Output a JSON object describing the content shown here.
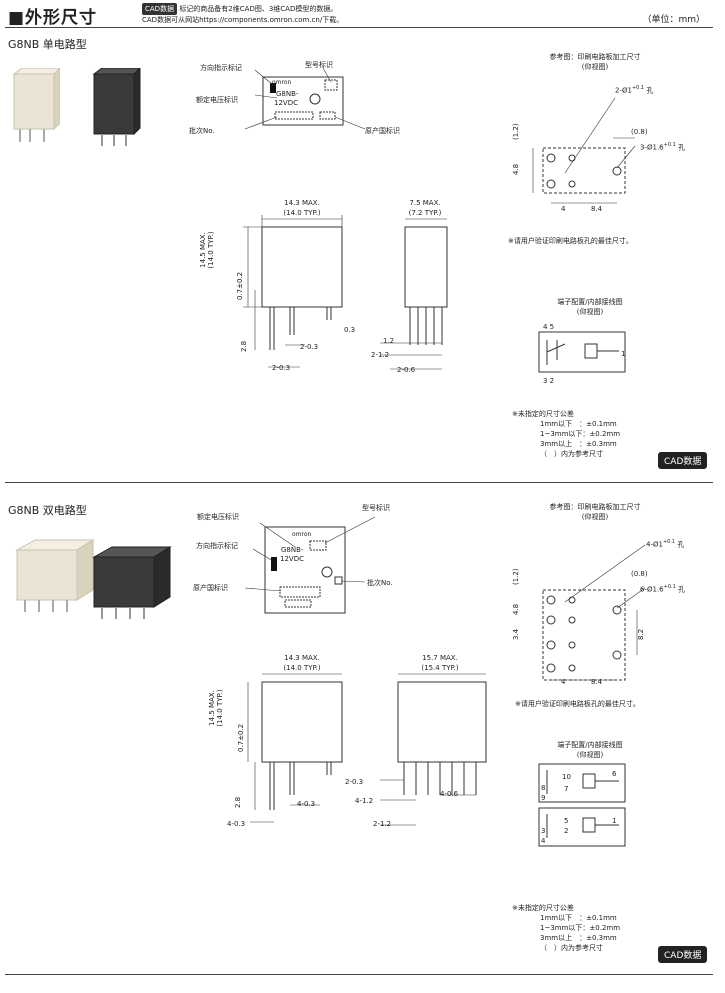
{
  "header": {
    "title": "■外形尺寸",
    "cad_badge": "CAD数据",
    "note1": "标记的商品备有2维CAD图、3维CAD模型的数据。",
    "note2": "CAD数据可从网站https://components.omron.com.cn/下载。",
    "unit": "（单位：mm）"
  },
  "single": {
    "section_title": "G8NB 单电路型",
    "labels": {
      "direction": "方向指示标记",
      "model": "型号标识",
      "voltage": "额定电压标识",
      "lot": "批次No.",
      "origin": "原产国标识",
      "relay_text1": "omron",
      "relay_text2": "G8NB-",
      "relay_text3": "12VDC"
    },
    "front": {
      "w1": "14.3 MAX.",
      "w2": "(14.0 TYP.)",
      "h1": "14.5 MAX.",
      "h2": "(14.0 TYP.)",
      "d1": "0.7±0.2",
      "d2": "2.8",
      "d3": "2-0.3",
      "d4": "2-0.3",
      "d5": "0.3"
    },
    "side": {
      "w1": "7.5 MAX.",
      "w2": "(7.2 TYP.)",
      "d1": "1.2",
      "d2": "2-1.2",
      "d3": "2-0.6"
    },
    "pcb": {
      "title1": "参考图：印刷电路板加工尺寸",
      "title2": "(仰视图)",
      "hole1": "2-Ø1",
      "hole1_suffix": "孔",
      "hole2": "3-Ø1.6",
      "hole2_suffix": "孔",
      "d_12": "(1.2)",
      "d_08": "(0.8)",
      "d_48": "4.8",
      "d_4": "4",
      "d_84": "8.4",
      "note": "※请用户验证印刷电路板孔的最佳尺寸。"
    },
    "terminal": {
      "title1": "端子配置/内部接线图",
      "title2": "(仰视图)",
      "pins_top": "4  5",
      "pins_bottom": "3  2",
      "pin_right": "1"
    },
    "tolerance": {
      "title": "※未指定的尺寸公差",
      "line1": "1mm以下　：±0.1mm",
      "line2": "1~3mm以下：±0.2mm",
      "line3": "3mm以上　：±0.3mm",
      "line4": "（　）内为参考尺寸"
    },
    "cad_button": "CAD数据"
  },
  "double": {
    "section_title": "G8NB 双电路型",
    "labels": {
      "voltage": "额定电压标识",
      "model": "型号标识",
      "direction": "方向指示标记",
      "origin": "原产国标识",
      "lot": "批次No.",
      "relay_text1": "omron",
      "relay_text2": "G8NB-",
      "relay_text3": "12VDC"
    },
    "front": {
      "w1": "14.3 MAX.",
      "w2": "(14.0 TYP.)",
      "h1": "14.5 MAX.",
      "h2": "(14.0 TYP.)",
      "d1": "0.7±0.2",
      "d2": "2.8",
      "d3": "4-0.3",
      "d4": "4-0.3"
    },
    "side": {
      "w1": "15.7 MAX.",
      "w2": "(15.4 TYP.)",
      "d1": "2-0.3",
      "d2": "4-1.2",
      "d3": "4-0.6",
      "d4": "2-1.2"
    },
    "pcb": {
      "title1": "参考图：印刷电路板加工尺寸",
      "title2": "(仰视图)",
      "hole1": "4-Ø1",
      "hole1_suffix": "孔",
      "hole2": "6-Ø1.6",
      "hole2_suffix": "孔",
      "d_12": "(1.2)",
      "d_08": "(0.8)",
      "d_48": "4.8",
      "d_34": "3.4",
      "d_82": "8.2",
      "d_4": "4",
      "d_84": "8.4",
      "note": "※请用户验证印刷电路板孔的最佳尺寸。"
    },
    "terminal": {
      "title1": "端子配置/内部接线图",
      "title2": "(仰视图)",
      "p10": "10",
      "p6": "6",
      "p7": "7",
      "p8": "8",
      "p9": "9",
      "p5": "5",
      "p2": "2",
      "p1": "1",
      "p3": "3",
      "p4": "4"
    },
    "tolerance": {
      "title": "※未指定的尺寸公差",
      "line1": "1mm以下　：±0.1mm",
      "line2": "1~3mm以下：±0.2mm",
      "line3": "3mm以上　：±0.3mm",
      "line4": "（　）内为参考尺寸"
    },
    "cad_button": "CAD数据"
  }
}
